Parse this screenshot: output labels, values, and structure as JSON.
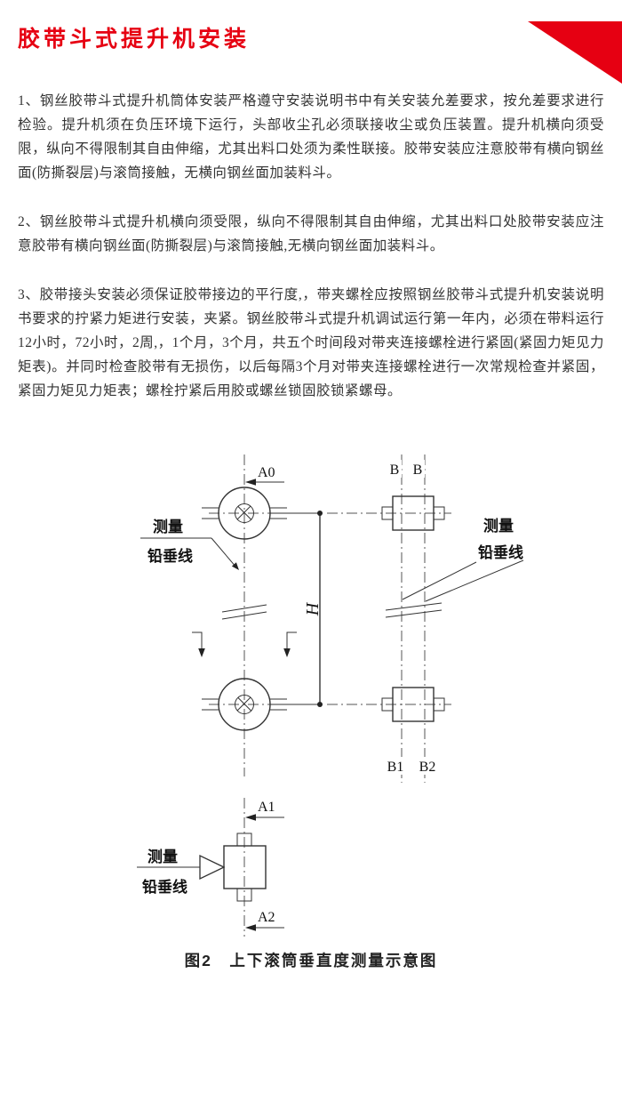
{
  "accent_color": "#e60012",
  "title": "胶带斗式提升机安装",
  "paragraphs": [
    "1、钢丝胶带斗式提升机筒体安装严格遵守安装说明书中有关安装允差要求，按允差要求进行检验。提升机须在负压环境下运行，头部收尘孔必须联接收尘或负压装置。提升机横向须受限，纵向不得限制其自由伸缩，尤其出料口处须为柔性联接。胶带安装应注意胶带有横向钢丝面(防撕裂层)与滚筒接触，无横向钢丝面加装料斗。",
    "2、钢丝胶带斗式提升机横向须受限，纵向不得限制其自由伸缩，尤其出料口处胶带安装应注意胶带有横向钢丝面(防撕裂层)与滚筒接触,无横向钢丝面加装料斗。",
    "3、胶带接头安装必须保证胶带接边的平行度,，带夹螺栓应按照钢丝胶带斗式提升机安装说明书要求的拧紧力矩进行安装，夹紧。钢丝胶带斗式提升机调试运行第一年内，必须在带料运行12小时，72小时，2周,，1个月，3个月，共五个时间段对带夹连接螺栓进行紧固(紧固力矩见力矩表)。并同时检查胶带有无损伤，以后每隔3个月对带夹连接螺栓进行一次常规检查并紧固，紧固力矩见力矩表；螺栓拧紧后用胶或螺丝锁固胶锁紧螺母。"
  ],
  "figure": {
    "caption": "图2　上下滚筒垂直度测量示意图",
    "labels": {
      "a0": "A0",
      "a1": "A1",
      "a2": "A2",
      "b_left": "B",
      "b_right": "B",
      "b1": "B1",
      "b2": "B2",
      "h": "H",
      "measure": "测量",
      "plumb": "铅垂线"
    }
  }
}
